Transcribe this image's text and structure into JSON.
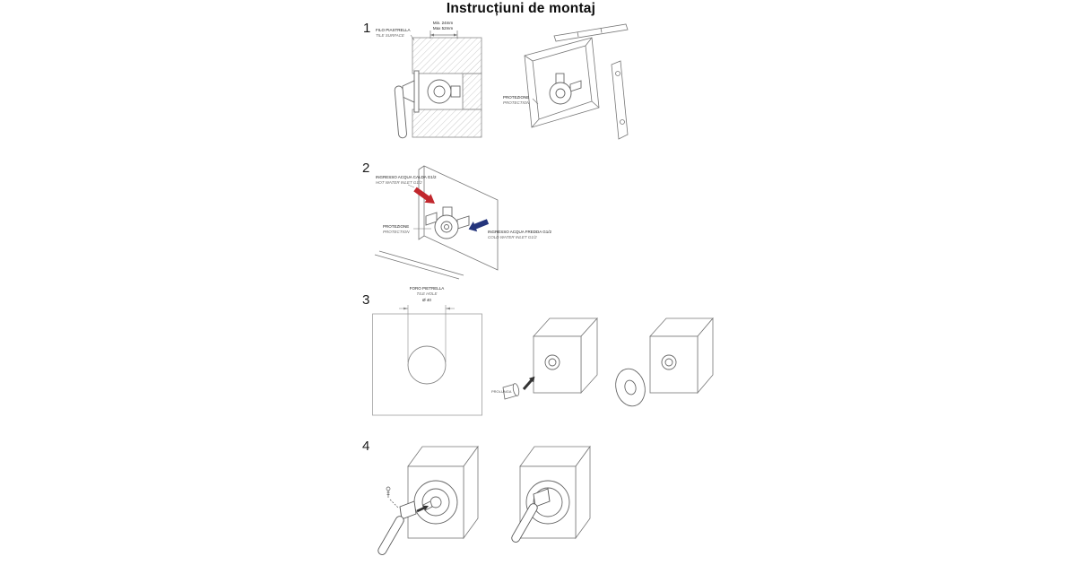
{
  "page": {
    "title": "Instrucțiuni de montaj"
  },
  "colors": {
    "hot_arrow": "#c1272d",
    "cold_arrow": "#24357c"
  },
  "steps": [
    {
      "number": "1",
      "dim_min": "Min. 24mm",
      "dim_max": "Max 52mm",
      "tile_surface_it": "FILO PIASTRELLA",
      "tile_surface_en": "TILE SURFACE",
      "protection_it": "PROTEZIONE",
      "protection_en": "PROTECTION"
    },
    {
      "number": "2",
      "hot_it": "INGRESSO ACQUA CALDA G1/2",
      "hot_en": "HOT WATER INLET G1/2",
      "cold_it": "INGRESSO ACQUA FREDDA G1/2",
      "cold_en": "COLD WATER INLET G1/2",
      "protection_it": "PROTEZIONE",
      "protection_en": "PROTECTION"
    },
    {
      "number": "3",
      "hole_it": "FORO PIETRELLA",
      "hole_en": "TILE HOLE",
      "diameter": "Ø 40",
      "part_label": "PROLUNGA"
    },
    {
      "number": "4"
    }
  ]
}
